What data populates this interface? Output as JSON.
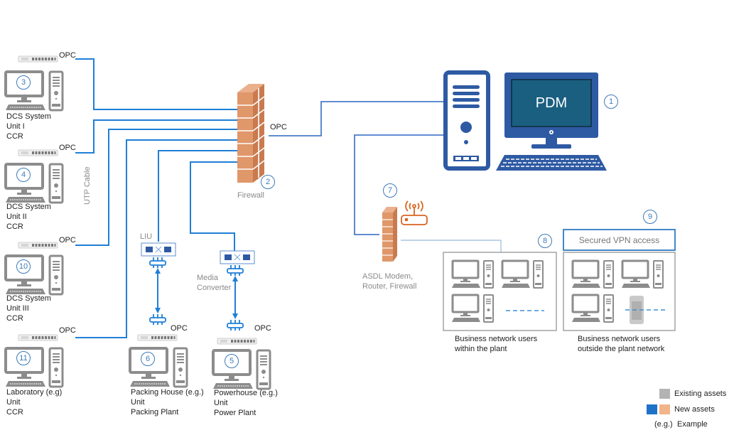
{
  "title": "PDM network architecture",
  "colors": {
    "link_blue": "#1f7fd6",
    "dark_blue": "#2e5aa3",
    "pdm_screen": "#1a5f80",
    "brick": "#e0976a",
    "router_orange": "#d9641e",
    "existing_grey": "#8c8c8c",
    "vpn_border": "#2e7bc4"
  },
  "pdm": {
    "screen_label": "PDM",
    "number": "1"
  },
  "firewall": {
    "number": "2",
    "label": "Firewall",
    "opc_label": "OPC"
  },
  "uplink": {
    "label": "UTP Cable"
  },
  "dcs_units": [
    {
      "number": "3",
      "opc": "OPC",
      "lines": [
        "DCS System",
        "Unit I",
        "CCR"
      ]
    },
    {
      "number": "4",
      "opc": "OPC",
      "lines": [
        "DCS System",
        "Unit II",
        "CCR"
      ]
    },
    {
      "number": "10",
      "opc": "OPC",
      "lines": [
        "DCS System",
        "Unit III",
        "CCR"
      ]
    },
    {
      "number": "11",
      "opc": "OPC",
      "lines": [
        "Laboratory (e.g)",
        "Unit",
        "CCR"
      ]
    }
  ],
  "remote_units": [
    {
      "number": "6",
      "opc": "OPC",
      "converter_label": "LIU",
      "lines": [
        "Packing House (e.g.)",
        "Unit",
        "Packing Plant"
      ]
    },
    {
      "number": "5",
      "opc": "OPC",
      "converter_label": "Media Converter",
      "lines": [
        "Powerhouse (e.g.)",
        "Unit",
        "Power Plant"
      ]
    }
  ],
  "router": {
    "number": "7",
    "lines": [
      "ASDL Modem,",
      "Router, Firewall"
    ]
  },
  "internal_users": {
    "number": "8",
    "lines": [
      "Business network users",
      "within the plant"
    ]
  },
  "external_users": {
    "number": "9",
    "vpn_label": "Secured VPN access",
    "lines": [
      "Business network users",
      "outside the plant network"
    ]
  },
  "legend": {
    "existing": "Existing assets",
    "new": "New assets",
    "example_key": "(e.g.)",
    "example": "Example"
  }
}
